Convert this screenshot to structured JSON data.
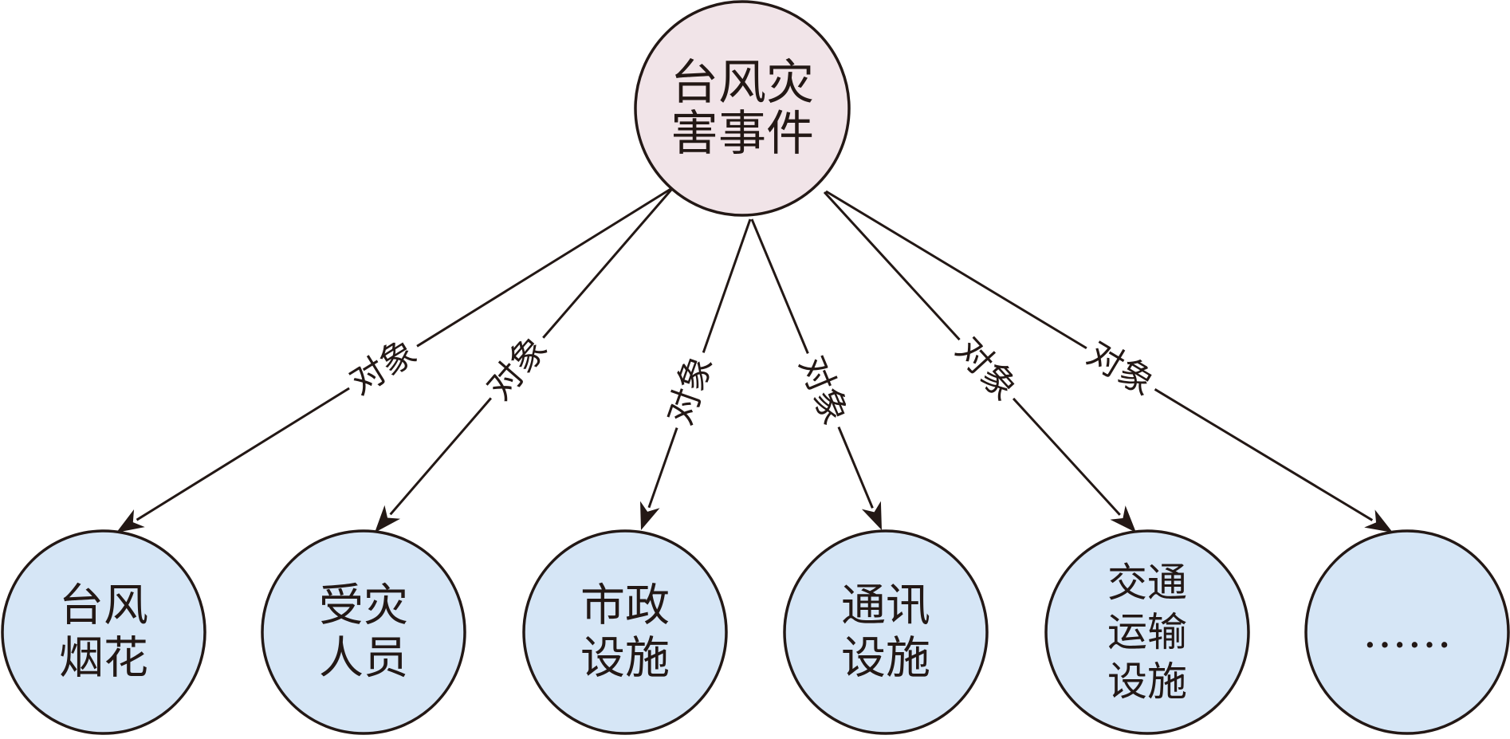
{
  "root": {
    "lines": [
      "台风灾",
      "害事件"
    ],
    "fill": "#f1e4e8"
  },
  "children": [
    {
      "lines": [
        "台风",
        "烟花"
      ]
    },
    {
      "lines": [
        "受灾",
        "人员"
      ]
    },
    {
      "lines": [
        "市政",
        "设施"
      ]
    },
    {
      "lines": [
        "通讯",
        "设施"
      ]
    },
    {
      "lines": [
        "交通",
        "运输",
        "设施"
      ]
    },
    {
      "lines": [
        "……"
      ]
    }
  ],
  "child_fill": "#d6e6f6",
  "edge_label": "对象"
}
